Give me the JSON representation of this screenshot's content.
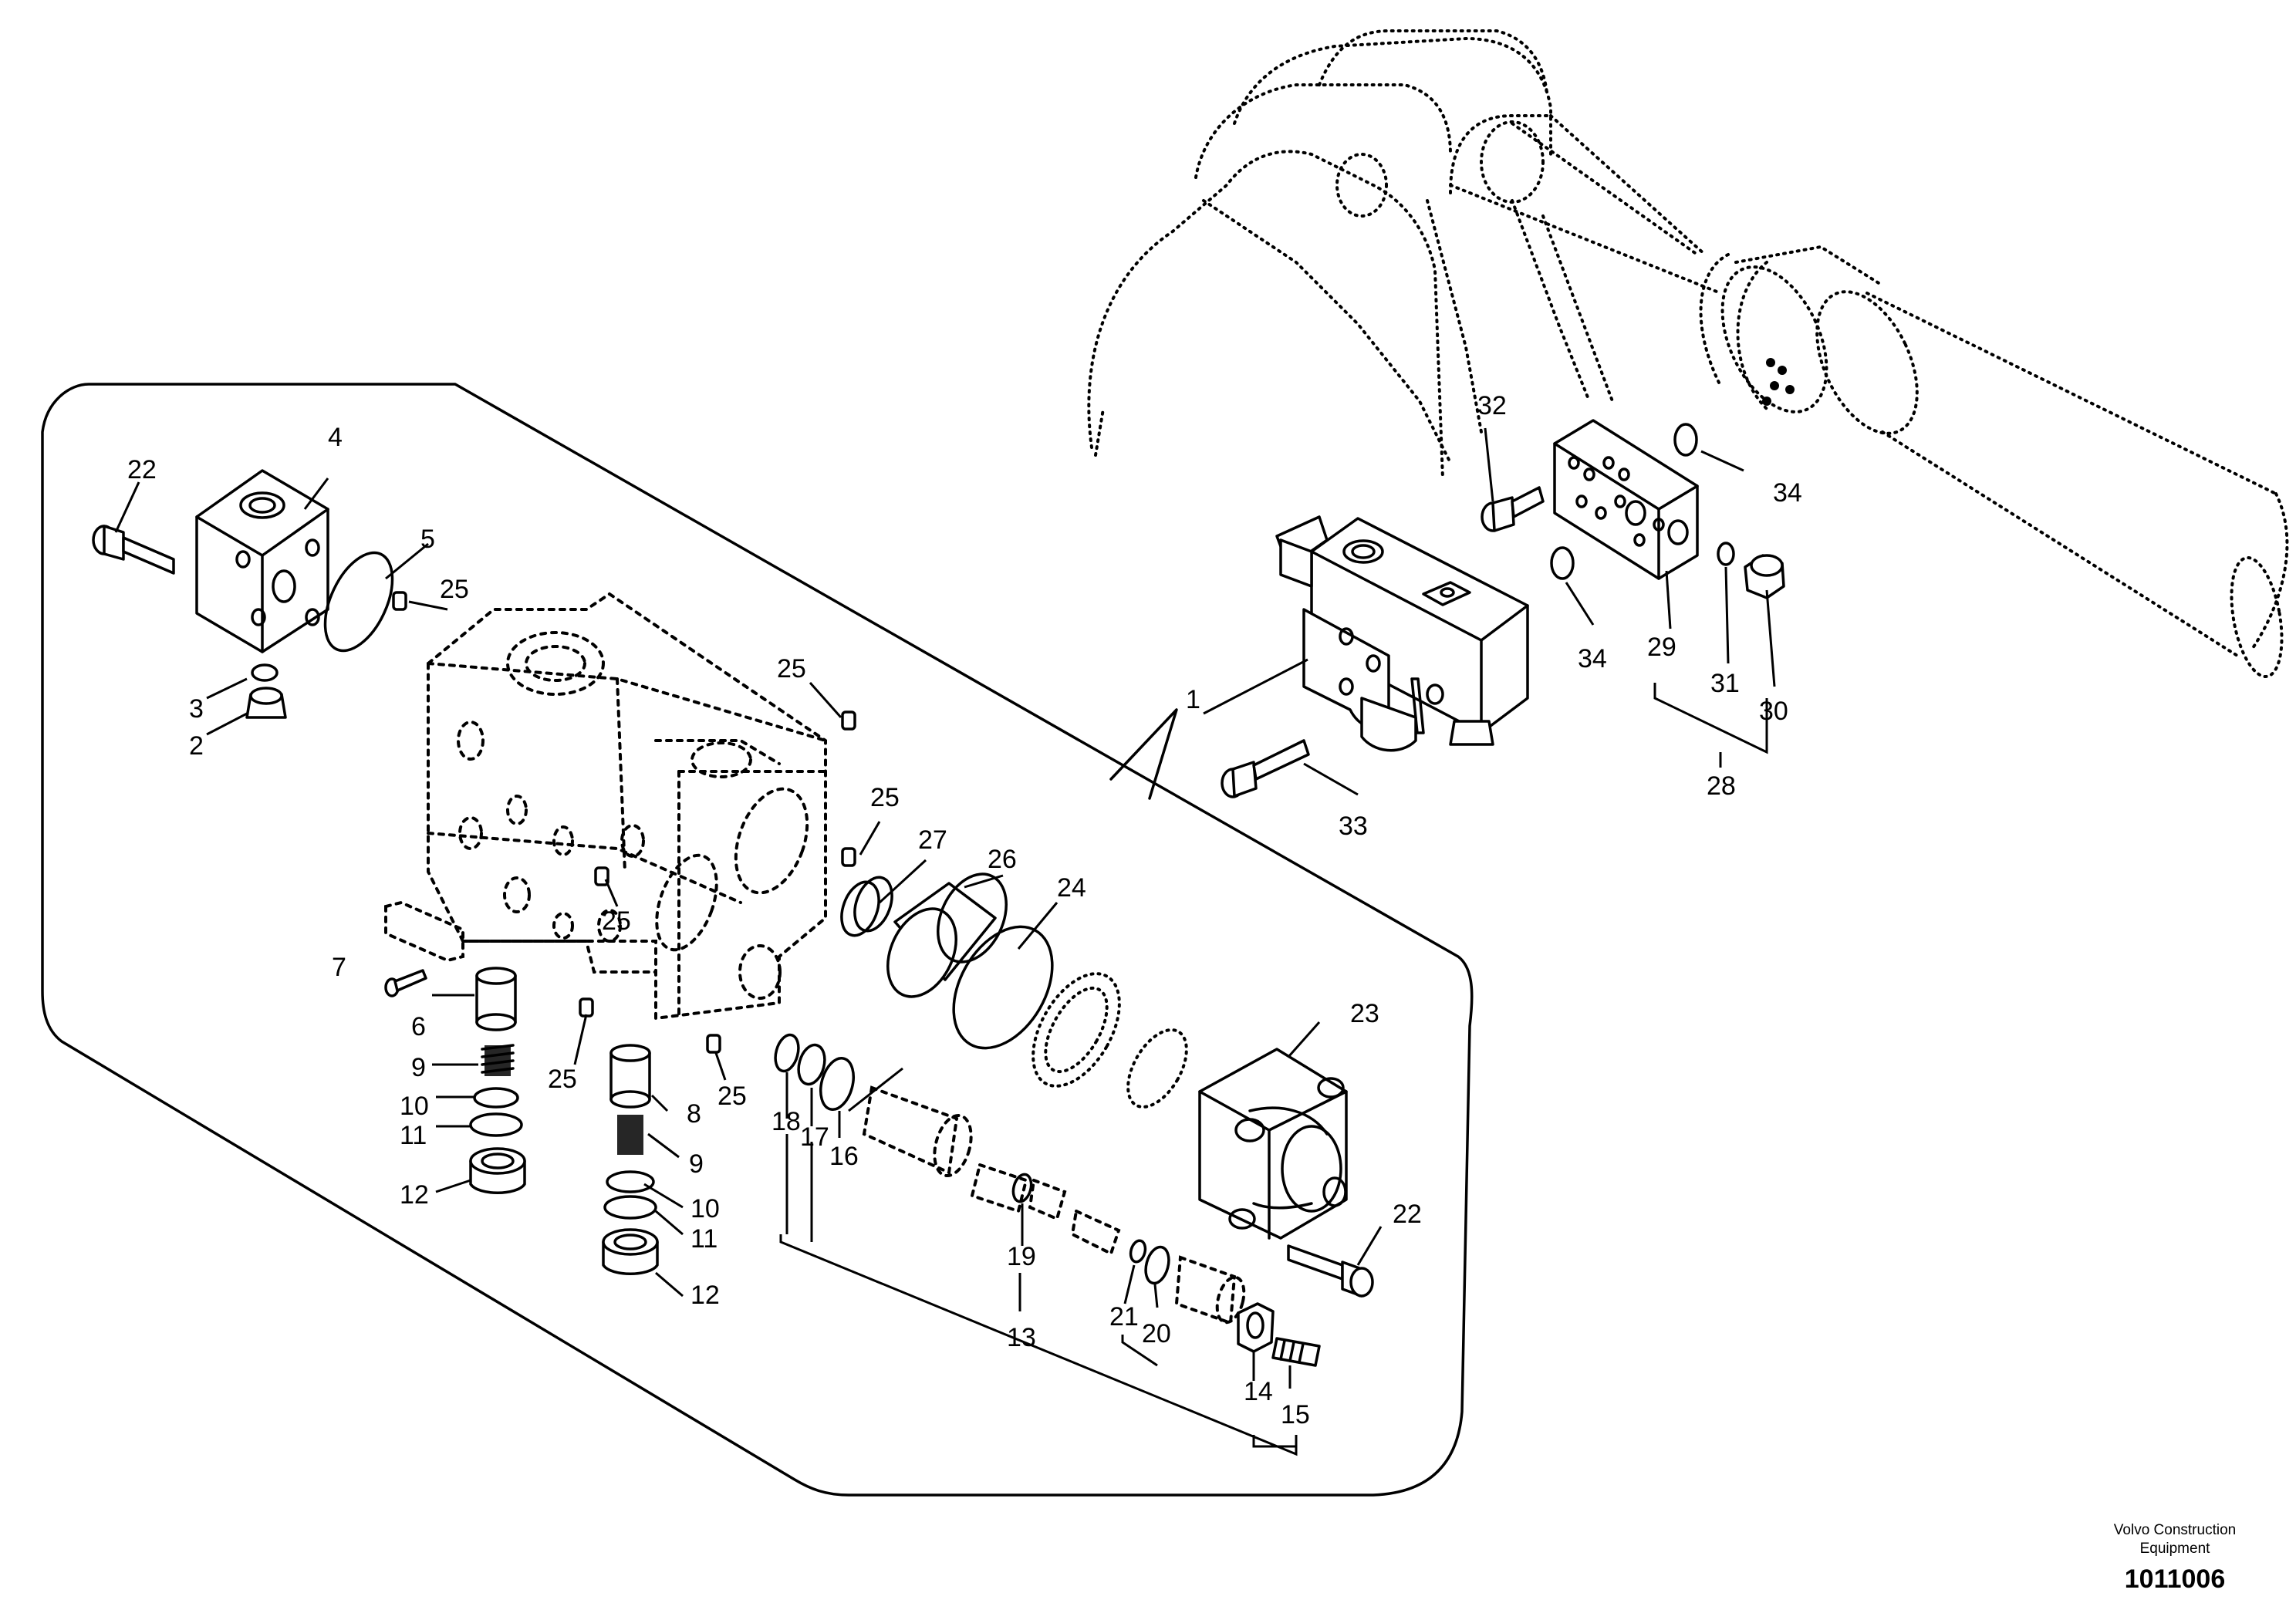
{
  "brand": {
    "line1": "Volvo Construction",
    "line2": "Equipment"
  },
  "document_number": "1011006",
  "callouts": [
    "1",
    "2",
    "3",
    "4",
    "5",
    "6",
    "7",
    "8",
    "9",
    "9",
    "10",
    "10",
    "11",
    "11",
    "12",
    "12",
    "13",
    "14",
    "15",
    "16",
    "17",
    "18",
    "19",
    "20",
    "21",
    "22",
    "22",
    "23",
    "24",
    "25",
    "25",
    "25",
    "25",
    "25",
    "25",
    "26",
    "27",
    "28",
    "29",
    "30",
    "31",
    "32",
    "33",
    "34",
    "34"
  ]
}
